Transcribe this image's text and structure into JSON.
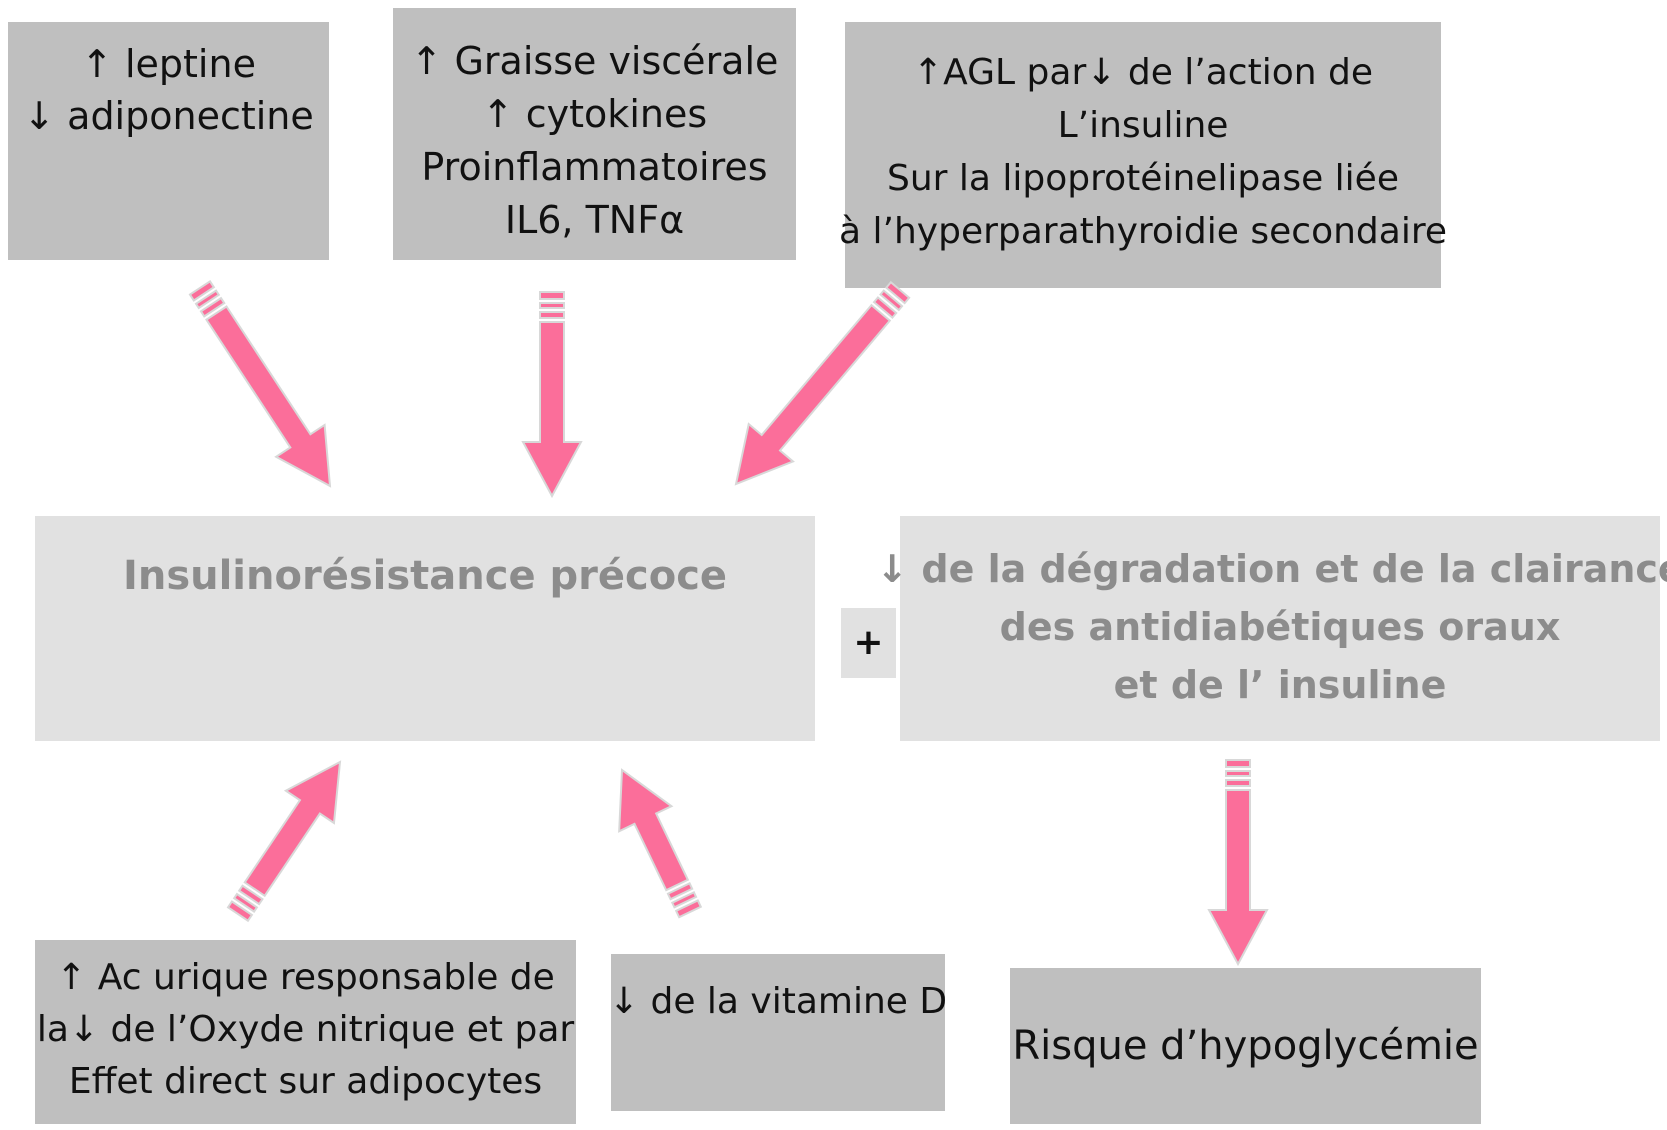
{
  "colors": {
    "dark_box": "#bfbfbf",
    "light_box": "#e1e1e1",
    "arrow": "#fb6e9a",
    "muted_text": "#8c8c8c"
  },
  "boxes": {
    "leptine": [
      "↑ leptine",
      "↓ adiponectine"
    ],
    "graisse": [
      "↑ Graisse viscérale",
      "↑ cytokines",
      "Proinflammatoires",
      "IL6, TNFα"
    ],
    "agl": [
      "↑AGL par↓ de l’action de",
      "L’insuline",
      "Sur la lipoprotéinelipase liée",
      "à l’hyperparathyroidie secondaire"
    ],
    "insulinoresistance": "Insulinorésistance précoce",
    "plus": "+",
    "degradation": [
      "↓ de la dégradation et de la clairance",
      "des antidiabétiques oraux",
      "et de l’ insuline"
    ],
    "acide_urique": [
      "↑ Ac urique responsable de",
      "la↓ de l’Oxyde nitrique et par",
      "Effet direct sur adipocytes"
    ],
    "vitamine_d": "↓ de la vitamine D",
    "hypoglycemie": "Risque d’hypoglycémie"
  },
  "arrows": [
    "arrow-leptine-to-center",
    "arrow-graisse-to-center",
    "arrow-agl-to-center",
    "arrow-acide-to-center",
    "arrow-vitamine-to-center",
    "arrow-degradation-to-risque"
  ]
}
